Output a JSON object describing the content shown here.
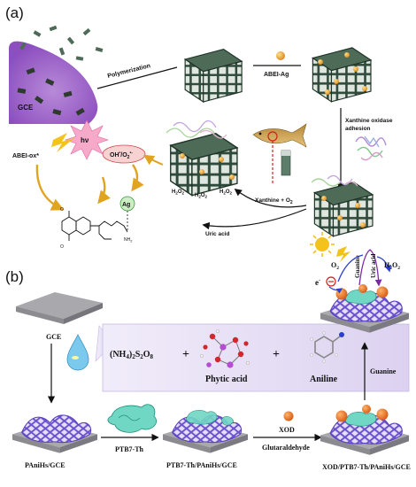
{
  "panel_a": {
    "letter": "(a)",
    "electrode_label": "GCE",
    "step_polymerization": "Polymerization",
    "step_abei_ag": "ABEI-Ag",
    "step_xod_adhesion_line1": "Xanthine oxidase",
    "step_xod_adhesion_line2": "adhesion",
    "substrate": "Xanthine + O",
    "substrate_sub": "2",
    "product": "Uric acid",
    "hv": "hν",
    "abei_ox": "ABEI-ox*",
    "radical_oh": "OH",
    "radical_o2": "O",
    "ag_label": "Ag",
    "nh2_label": "NH",
    "h2o2_a": "H",
    "colors": {
      "hydrogel": "#2f4a3a",
      "particle": "#e69b2a",
      "electrode": "#9c5fc4",
      "arrow": "#e0a420"
    }
  },
  "panel_b": {
    "letter": "(b)",
    "gce_label": "GCE",
    "oxidant_formula": "(NH",
    "phytic_acid": "Phytic acid",
    "aniline": "Aniline",
    "plus": "+",
    "step1": "PAniHs/GCE",
    "step_ptb7": "PTB7-Th",
    "step2": "PTB7-Th/PAniHs/GCE",
    "reagent_xod": "XOD",
    "reagent_glut": "Glutaraldehyde",
    "step3": "XOD/PTB7-Th/PAniHs/GCE",
    "analyte": "Guanine",
    "top_guanine": "Guanine",
    "top_uric": "Uric acid",
    "top_o2": "O",
    "top_h2o2": "H",
    "electron": "e",
    "colors": {
      "network": "#6a4fd0",
      "pad": "#a9a9ad",
      "xod": "#e0711f",
      "ptb7": "#6fd7c4",
      "sun": "#f3c21b"
    }
  }
}
